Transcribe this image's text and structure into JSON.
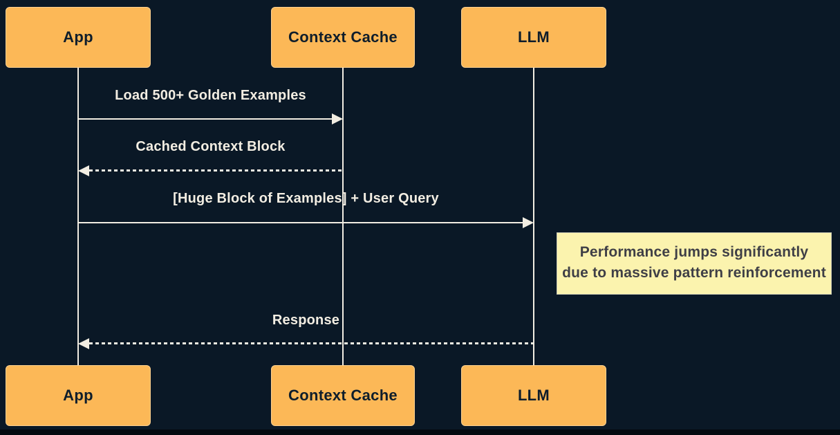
{
  "colors": {
    "background": "#0a1826",
    "actor_fill": "#fcb857",
    "actor_text": "#0e1d2b",
    "line_and_text": "#f2ede2",
    "note_fill": "#fbf3ae",
    "note_text": "#3f3f46"
  },
  "actors": [
    {
      "id": "app",
      "label": "App"
    },
    {
      "id": "context-cache",
      "label": "Context Cache"
    },
    {
      "id": "llm",
      "label": "LLM"
    }
  ],
  "messages": [
    {
      "label": "Load 500+ Golden Examples",
      "from": "App",
      "to": "Context Cache",
      "line": "solid"
    },
    {
      "label": "Cached Context Block",
      "from": "Context Cache",
      "to": "App",
      "line": "dashed"
    },
    {
      "label": "[Huge Block of Examples] + User Query",
      "from": "App",
      "to": "LLM",
      "line": "solid"
    },
    {
      "label": "Response",
      "from": "LLM",
      "to": "App",
      "line": "dashed"
    }
  ],
  "note": {
    "line1": "Performance jumps significantly",
    "line2": "due to massive pattern reinforcement"
  }
}
